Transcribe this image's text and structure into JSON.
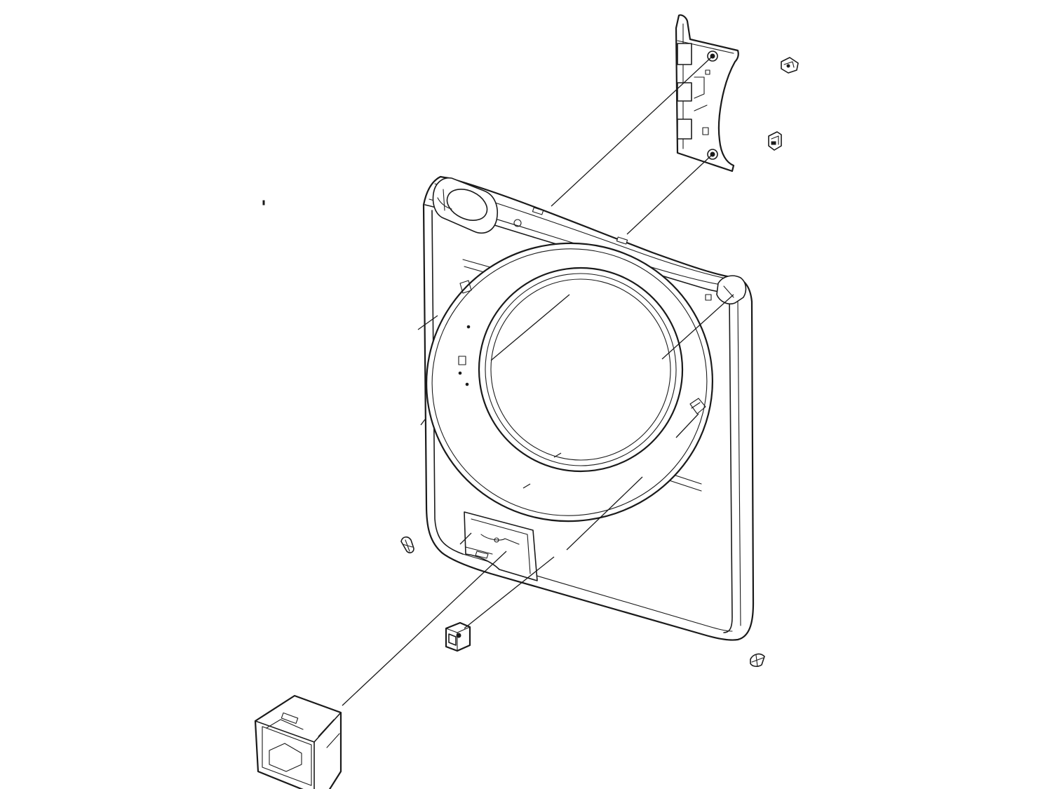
{
  "diagram": {
    "type": "exploded-parts-view",
    "parts": [
      {
        "id": "front-panel",
        "icon": "front-panel-icon"
      },
      {
        "id": "door-opening-ring",
        "icon": "door-ring-icon"
      },
      {
        "id": "top-right-bracket",
        "icon": "bracket-icon"
      },
      {
        "id": "clip-top-right",
        "icon": "clip-icon"
      },
      {
        "id": "spring-clip-right",
        "icon": "clip-icon"
      },
      {
        "id": "hinge-block",
        "icon": "hinge-icon"
      },
      {
        "id": "spring-clip-left",
        "icon": "clip-icon"
      },
      {
        "id": "spring-clip-bottom-right",
        "icon": "clip-icon"
      },
      {
        "id": "housing-box",
        "icon": "housing-icon"
      }
    ],
    "line_color": "#1a1a1a",
    "background": "#ffffff"
  }
}
